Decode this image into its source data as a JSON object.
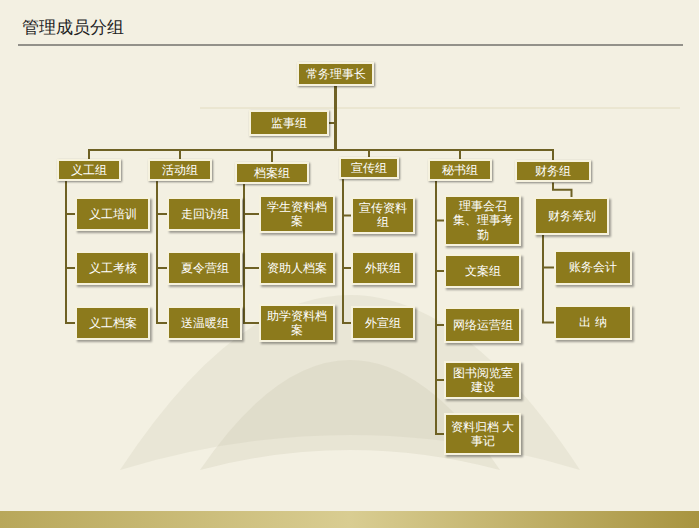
{
  "diagram": {
    "title": "管理成员分组",
    "nodes": [
      {
        "text": [
          "常务理事长"
        ]
      },
      {
        "text": [
          "监事组"
        ]
      },
      {
        "text": [
          "义工组"
        ]
      },
      {
        "text": [
          "活动组"
        ]
      },
      {
        "text": [
          "档案组"
        ]
      },
      {
        "text": [
          "宣传组"
        ]
      },
      {
        "text": [
          "秘书组"
        ]
      },
      {
        "text": [
          "财务组"
        ]
      },
      {
        "text": [
          "义工培训"
        ]
      },
      {
        "text": [
          "义工考核"
        ]
      },
      {
        "text": [
          "义工档案"
        ]
      },
      {
        "text": [
          "走回访组"
        ]
      },
      {
        "text": [
          "夏令营组"
        ]
      },
      {
        "text": [
          "送温暖组"
        ]
      },
      {
        "text": [
          "学生资料档案"
        ]
      },
      {
        "text": [
          "资助人档案"
        ]
      },
      {
        "text": [
          "助学资料档案"
        ]
      },
      {
        "text": [
          "宣传资料组"
        ]
      },
      {
        "text": [
          "外联组"
        ]
      },
      {
        "text": [
          "外宣组"
        ]
      },
      {
        "text": [
          "理事会召集、理事考勤"
        ]
      },
      {
        "text": [
          "文案组"
        ]
      },
      {
        "text": [
          "网络运营组"
        ]
      },
      {
        "text": [
          "图书阅览室建设"
        ]
      },
      {
        "text": [
          "资料归档 大事记"
        ]
      },
      {
        "text": [
          "财务筹划"
        ]
      },
      {
        "text": [
          "账务会计"
        ]
      },
      {
        "text": [
          "出 纳"
        ]
      }
    ],
    "edges": [
      {
        "from": 0,
        "to": 1,
        "arrow": "none"
      },
      {
        "from": 0,
        "to": 2,
        "arrow": "none"
      },
      {
        "from": 0,
        "to": 3,
        "arrow": "none"
      },
      {
        "from": 0,
        "to": 4,
        "arrow": "none"
      },
      {
        "from": 0,
        "to": 5,
        "arrow": "none"
      },
      {
        "from": 0,
        "to": 6,
        "arrow": "none"
      },
      {
        "from": 0,
        "to": 7,
        "arrow": "none"
      },
      {
        "from": 2,
        "to": 8,
        "arrow": "none"
      },
      {
        "from": 2,
        "to": 9,
        "arrow": "none"
      },
      {
        "from": 2,
        "to": 10,
        "arrow": "none"
      },
      {
        "from": 3,
        "to": 11,
        "arrow": "none"
      },
      {
        "from": 3,
        "to": 12,
        "arrow": "none"
      },
      {
        "from": 3,
        "to": 13,
        "arrow": "none"
      },
      {
        "from": 4,
        "to": 14,
        "arrow": "none"
      },
      {
        "from": 4,
        "to": 15,
        "arrow": "none"
      },
      {
        "from": 4,
        "to": 16,
        "arrow": "none"
      },
      {
        "from": 5,
        "to": 17,
        "arrow": "none"
      },
      {
        "from": 5,
        "to": 18,
        "arrow": "none"
      },
      {
        "from": 5,
        "to": 19,
        "arrow": "none"
      },
      {
        "from": 6,
        "to": 20,
        "arrow": "none"
      },
      {
        "from": 6,
        "to": 21,
        "arrow": "none"
      },
      {
        "from": 6,
        "to": 22,
        "arrow": "none"
      },
      {
        "from": 6,
        "to": 23,
        "arrow": "none"
      },
      {
        "from": 6,
        "to": 24,
        "arrow": "none"
      },
      {
        "from": 7,
        "to": 25,
        "arrow": "none"
      },
      {
        "from": 25,
        "to": 26,
        "arrow": "none"
      },
      {
        "from": 25,
        "to": 27,
        "arrow": "none"
      }
    ]
  }
}
